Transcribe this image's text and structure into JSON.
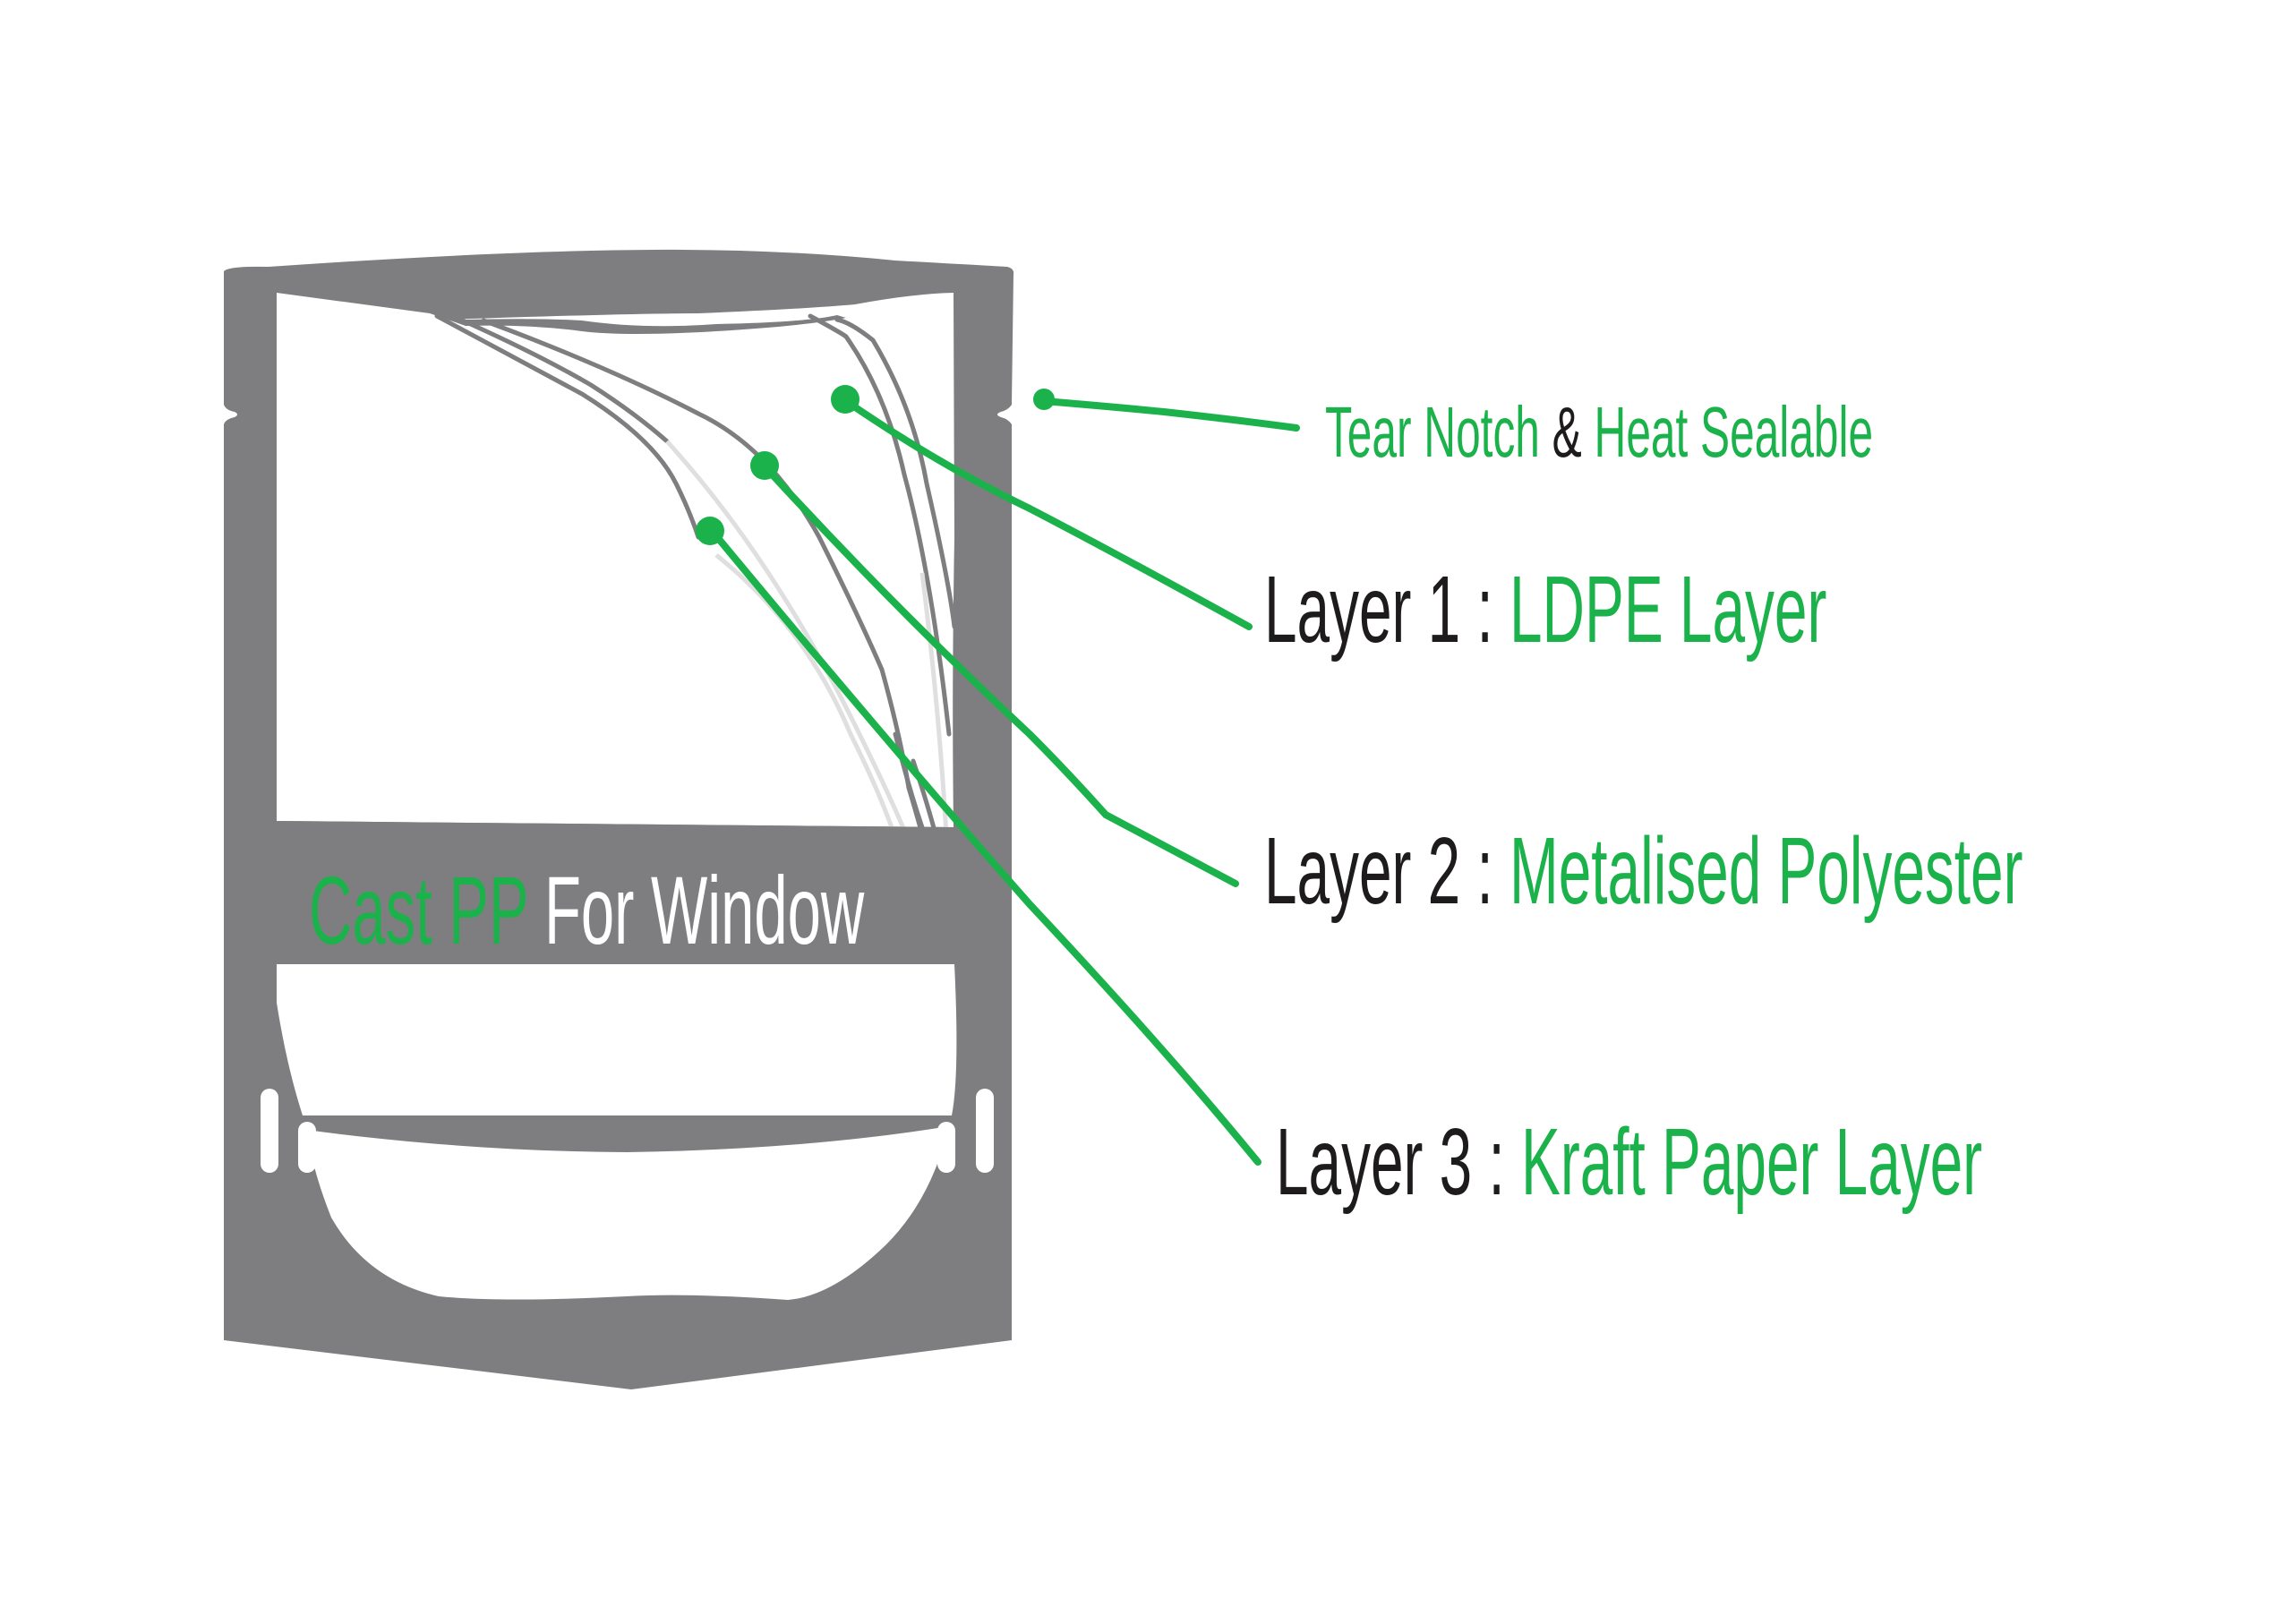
{
  "diagram": {
    "title": "Kraft paper stand-up pouch layer structure",
    "colors": {
      "bag_gray": "#7e7e80",
      "accent_green": "#1bb24b",
      "text_dark": "#1e1b1c",
      "inner_line_gray": "#e0dfe0",
      "background": "#ffffff"
    },
    "window_band": {
      "material": "Cast PP",
      "purpose": "For Window"
    },
    "callouts": [
      {
        "id": "tear-notch",
        "part1": "Tear Notch",
        "connector": "&",
        "part2": "Heat Sealable"
      },
      {
        "id": "layer-1",
        "prefix": "Layer 1 :",
        "name": "LDPE Layer"
      },
      {
        "id": "layer-2",
        "prefix": "Layer 2 :",
        "name": "Metalised Polyester"
      },
      {
        "id": "layer-3",
        "prefix": "Layer 3 :",
        "name": "Kraft Paper Layer"
      }
    ]
  }
}
